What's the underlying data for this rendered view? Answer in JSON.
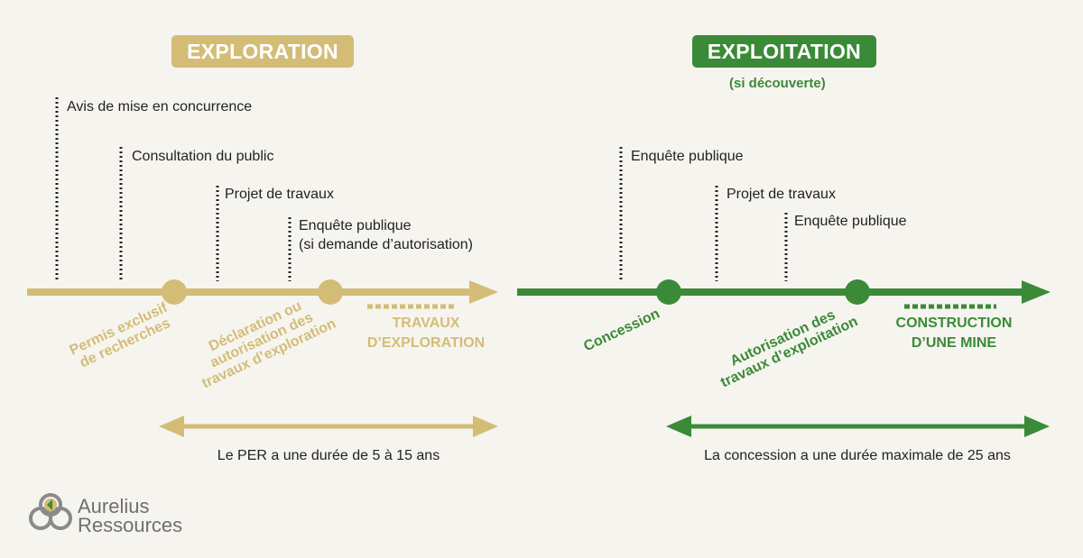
{
  "colors": {
    "exploration": "#d3bd76",
    "exploitation": "#3b8a37",
    "text": "#222222",
    "background": "#f6f4ef",
    "logo": "#6f6f6f"
  },
  "exploration": {
    "title": "EXPLORATION",
    "steps": [
      "Avis de mise en concurrence",
      "Consultation du public",
      "Projet de travaux",
      "Enquête publique",
      "(si demande d’autorisation)"
    ],
    "milestones": [
      {
        "line1": "Permis exclusif",
        "line2": "de recherches"
      },
      {
        "line1": "Déclaration ou",
        "line2": "autorisation des",
        "line3": "travaux d’exploration"
      }
    ],
    "works": {
      "line1": "TRAVAUX",
      "line2": "D’EXPLORATION"
    },
    "duration": "Le PER a une durée de 5 à 15 ans"
  },
  "exploitation": {
    "title": "EXPLOITATION",
    "subtitle": "(si découverte)",
    "steps": [
      "Enquête publique",
      "Projet de travaux",
      "Enquête publique"
    ],
    "milestones": [
      {
        "line1": "Concession"
      },
      {
        "line1": "Autorisation des",
        "line2": "travaux d’exploitation"
      }
    ],
    "works": {
      "line1": "CONSTRUCTION",
      "line2": "D’UNE MINE"
    },
    "duration": "La concession a une durée maximale de 25 ans"
  },
  "logo": {
    "line1": "Aurelius",
    "line2": "Ressources",
    "icon": "interlocking-rings-logo-icon"
  }
}
